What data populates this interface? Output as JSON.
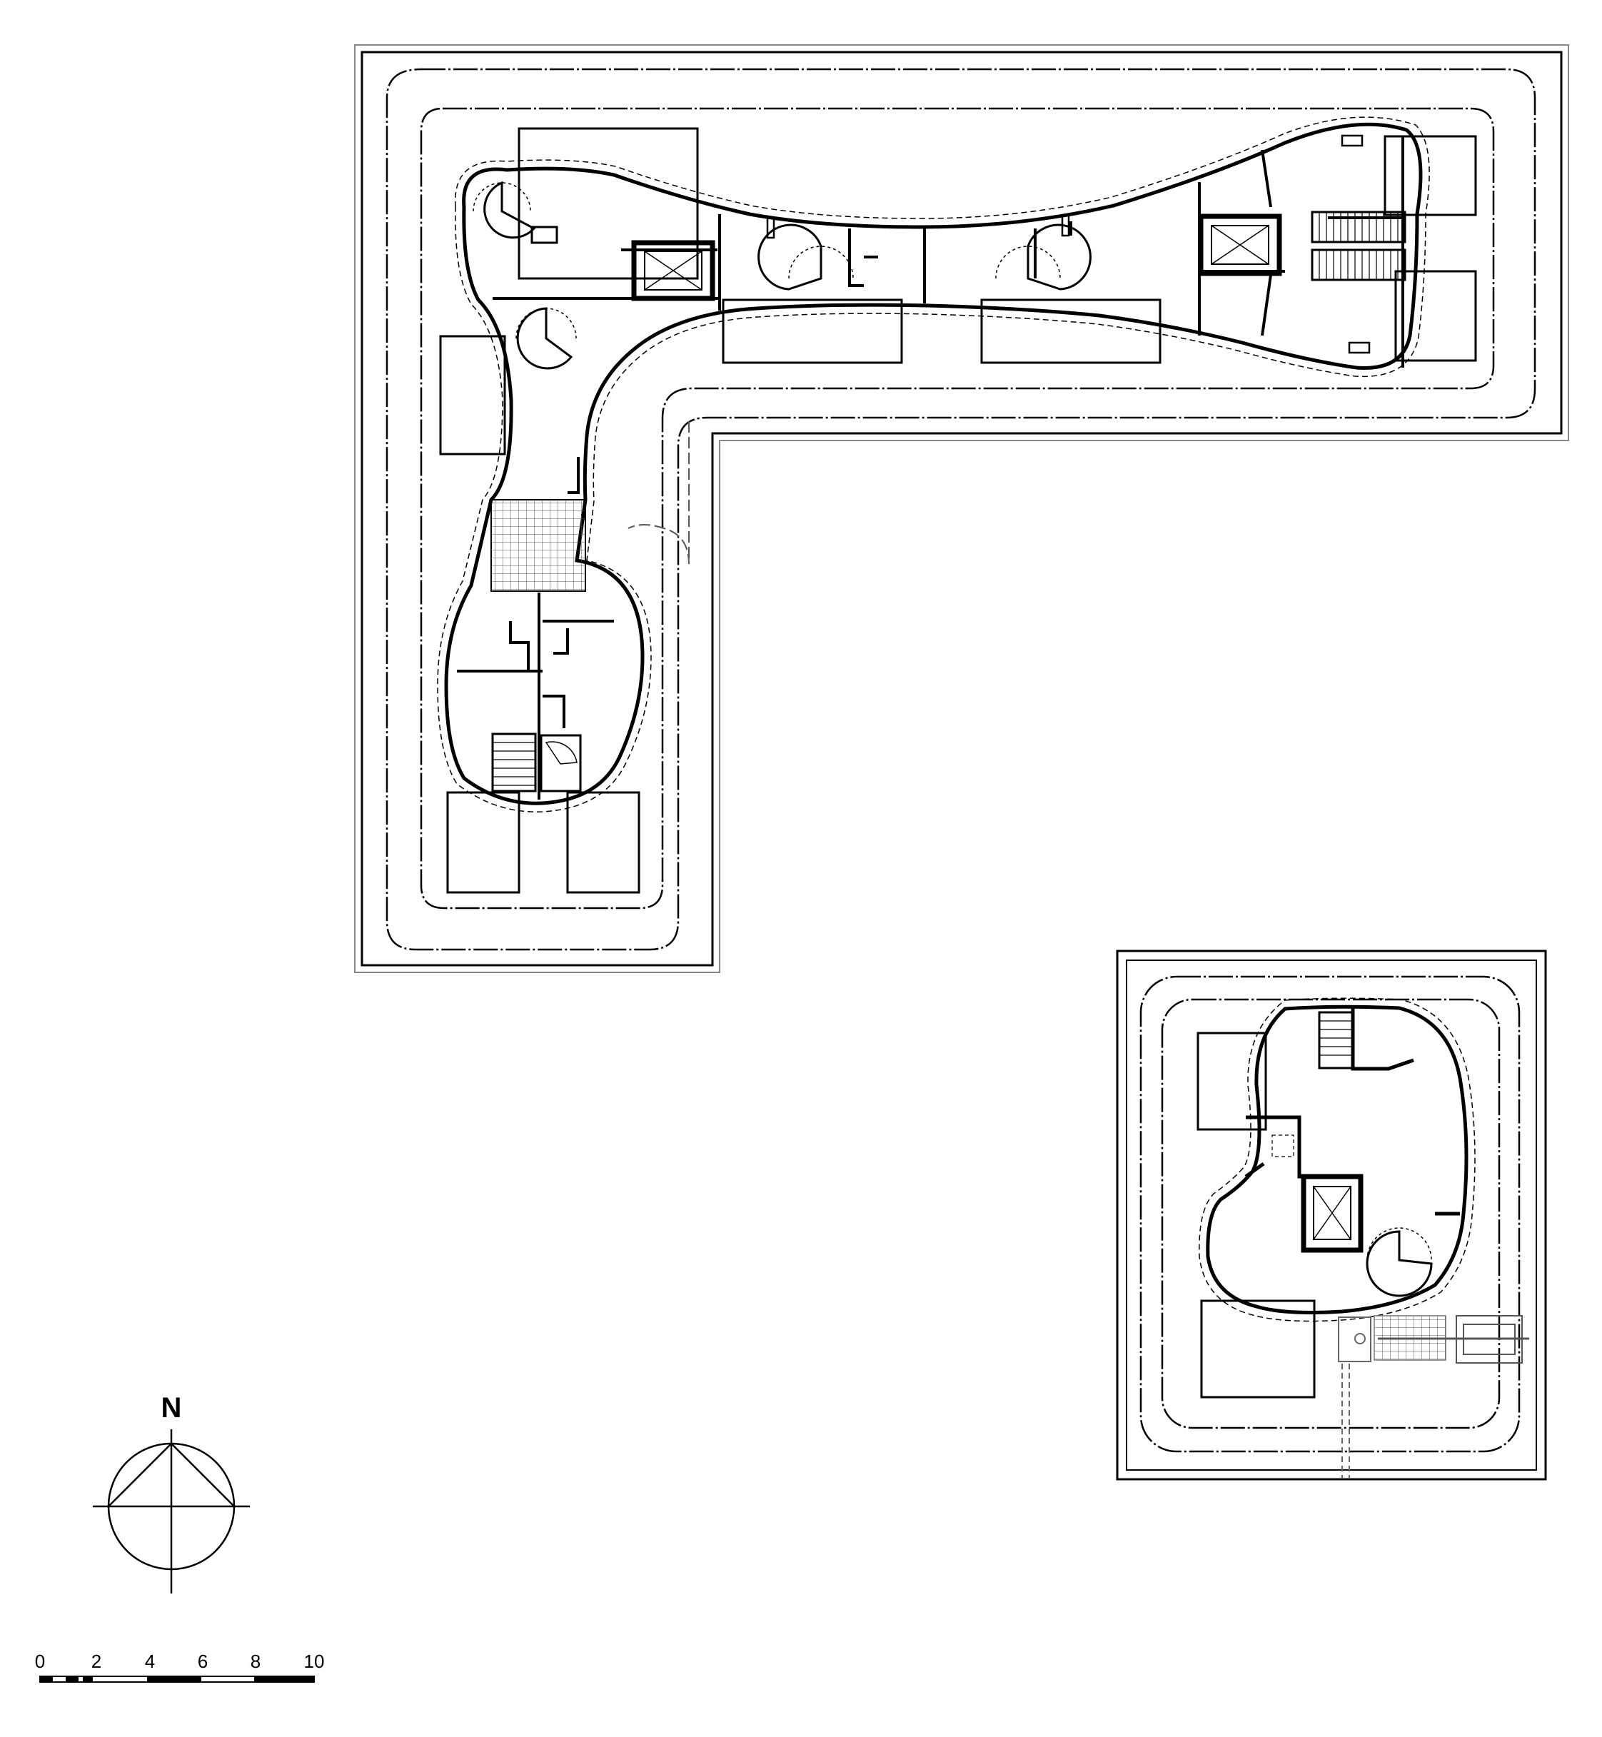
{
  "north_arrow": {
    "label": "N"
  },
  "scale_bar": {
    "ticks": [
      "0",
      "2",
      "4",
      "6",
      "8",
      "10"
    ]
  },
  "colors": {
    "ink": "#000000",
    "paper": "#ffffff",
    "light_line": "#9a9a9a"
  },
  "icons": [
    "north-arrow-icon",
    "spiral-stair-icon",
    "straight-stair-icon",
    "elevator-shaft-icon",
    "grid-walkway-icon"
  ]
}
